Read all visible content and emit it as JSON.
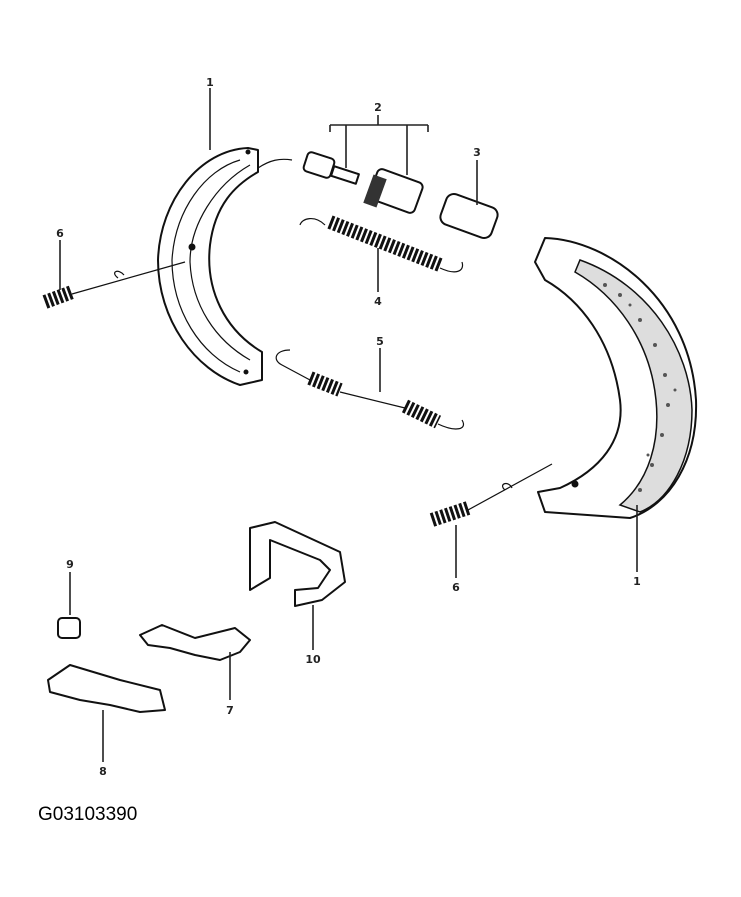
{
  "callouts": {
    "c1_top": "1",
    "c2": "2",
    "c3": "3",
    "c4": "4",
    "c5": "5",
    "c6_left": "6",
    "c1_right": "1",
    "c6_right": "6",
    "c9": "9",
    "c10": "10",
    "c7": "7",
    "c8": "8"
  },
  "reference_code": "G03103390"
}
